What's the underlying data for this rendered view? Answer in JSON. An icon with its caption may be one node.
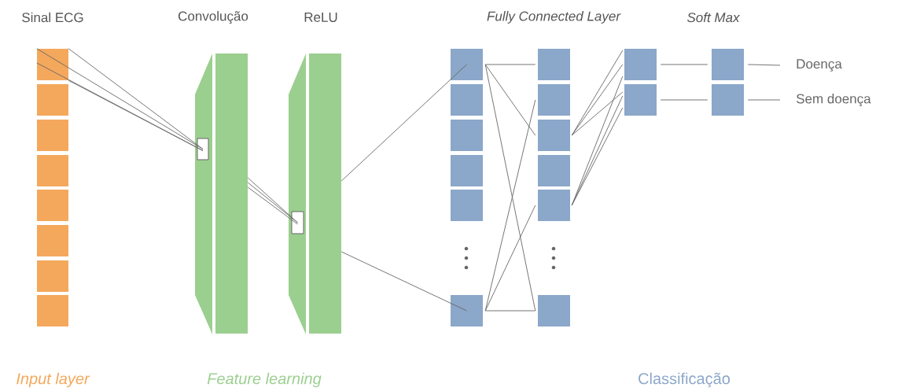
{
  "diagram": {
    "nodes": [
      {
        "text": [],
        "shape": "box"
      },
      {
        "text": [],
        "shape": "box"
      },
      {
        "text": [],
        "shape": "box"
      },
      {
        "text": [],
        "shape": "box"
      },
      {
        "text": [],
        "shape": "box"
      },
      {
        "text": [],
        "shape": "box"
      },
      {
        "text": [],
        "shape": "box"
      },
      {
        "text": [],
        "shape": "box"
      },
      {
        "text": [],
        "shape": "trapezoid"
      },
      {
        "text": [],
        "shape": "bar"
      },
      {
        "text": [],
        "shape": "trapezoid"
      },
      {
        "text": [],
        "shape": "bar"
      },
      {
        "text": [],
        "shape": "box",
        "in": 8
      },
      {
        "text": [],
        "shape": "box",
        "in": 10
      },
      {
        "text": [],
        "shape": "box"
      },
      {
        "text": [],
        "shape": "box"
      },
      {
        "text": [],
        "shape": "box"
      },
      {
        "text": [],
        "shape": "box"
      },
      {
        "text": [],
        "shape": "box"
      },
      {
        "text": [],
        "shape": "box"
      },
      {
        "text": [],
        "shape": "box"
      },
      {
        "text": [],
        "shape": "box"
      },
      {
        "text": [],
        "shape": "box"
      },
      {
        "text": [],
        "shape": "box"
      },
      {
        "text": [],
        "shape": "box"
      },
      {
        "text": [],
        "shape": "box"
      },
      {
        "text": [],
        "shape": "box"
      },
      {
        "text": [],
        "shape": "box"
      },
      {
        "text": [],
        "shape": "box"
      },
      {
        "text": [],
        "shape": "box"
      },
      {
        "text": [
          "Doença"
        ]
      },
      {
        "text": [
          "Sem doença"
        ]
      }
    ],
    "edges": [
      {
        "from": 0,
        "to": 12,
        "arrow": "none"
      },
      {
        "from": 0,
        "to": 12,
        "arrow": "none"
      },
      {
        "from": 0,
        "to": 12,
        "arrow": "none"
      },
      {
        "from": 0,
        "to": 12,
        "arrow": "none"
      },
      {
        "from": 9,
        "to": 13,
        "arrow": "none"
      },
      {
        "from": 9,
        "to": 13,
        "arrow": "none"
      },
      {
        "from": 9,
        "to": 13,
        "arrow": "none"
      },
      {
        "from": 11,
        "to": 14,
        "arrow": "none"
      },
      {
        "from": 11,
        "to": 19,
        "arrow": "none"
      },
      {
        "from": 14,
        "to": 20,
        "arrow": "none"
      },
      {
        "from": 14,
        "to": 22,
        "arrow": "none"
      },
      {
        "from": 14,
        "to": 25,
        "arrow": "none"
      },
      {
        "from": 19,
        "to": 21,
        "arrow": "none"
      },
      {
        "from": 19,
        "to": 24,
        "arrow": "none"
      },
      {
        "from": 19,
        "to": 25,
        "arrow": "none"
      },
      {
        "from": 22,
        "to": 26,
        "arrow": "none"
      },
      {
        "from": 22,
        "to": 26,
        "arrow": "none"
      },
      {
        "from": 22,
        "to": 27,
        "arrow": "none"
      },
      {
        "from": 24,
        "to": 26,
        "arrow": "none"
      },
      {
        "from": 24,
        "to": 27,
        "arrow": "none"
      },
      {
        "from": 24,
        "to": 27,
        "arrow": "none"
      },
      {
        "from": 26,
        "to": 28,
        "arrow": "none"
      },
      {
        "from": 27,
        "to": 29,
        "arrow": "none"
      },
      {
        "from": 28,
        "to": 30,
        "arrow": "none"
      },
      {
        "from": 29,
        "to": 31,
        "arrow": "none"
      }
    ],
    "labels": [
      "Sinal ECG",
      "Convolução",
      "ReLU",
      "Fully Connected Layer",
      "Soft Max",
      "Input layer",
      "Feature learning",
      "Classificação"
    ]
  }
}
